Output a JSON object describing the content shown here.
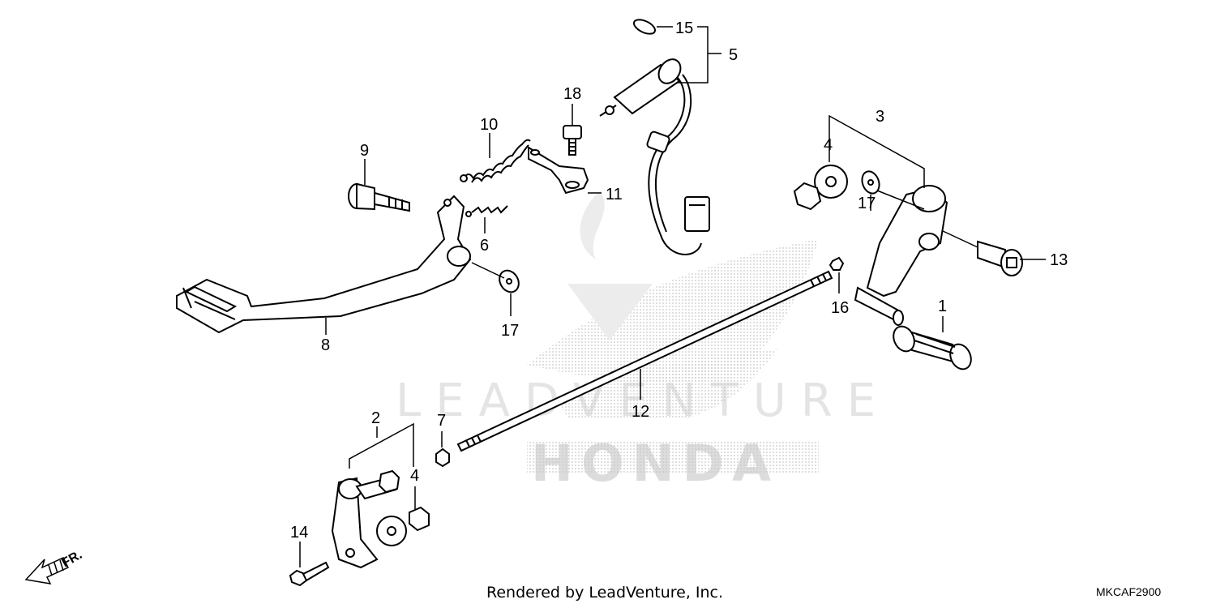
{
  "watermark": {
    "brand": "LEADVENTURE",
    "maker": "HONDA"
  },
  "callouts": {
    "c1": "1",
    "c2": "2",
    "c3": "3",
    "c4a": "4",
    "c4b": "4",
    "c5": "5",
    "c6": "6",
    "c7": "7",
    "c8": "8",
    "c9": "9",
    "c10": "10",
    "c11": "11",
    "c12": "12",
    "c13": "13",
    "c14": "14",
    "c15": "15",
    "c16": "16",
    "c17a": "17",
    "c17b": "17",
    "c18": "18"
  },
  "direction_label": "FR.",
  "footer": {
    "credit": "Rendered by LeadVenture, Inc.",
    "code": "MKCAF2900"
  }
}
